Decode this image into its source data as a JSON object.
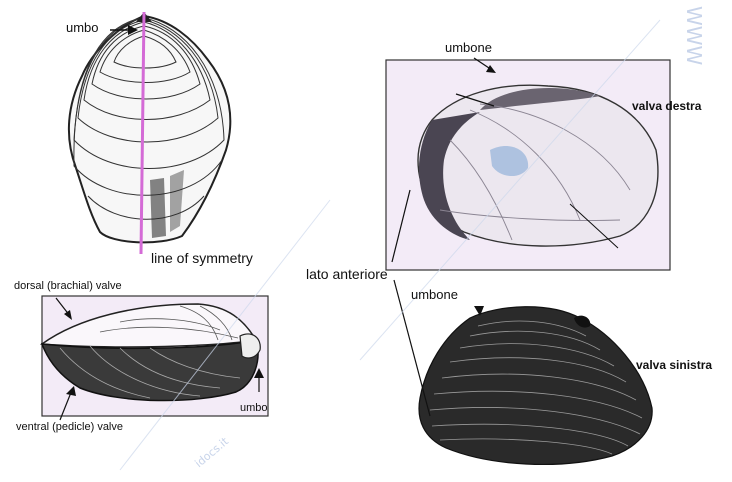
{
  "labels": {
    "umbo_top": "umbo",
    "line_of_symmetry": "line of symmetry",
    "dorsal_valve": "dorsal (brachial) valve",
    "ventral_valve": "ventral (pedicle) valve",
    "umbo_bottom": "umbo",
    "umbone_top": "umbone",
    "valva_destra": "valva destra",
    "lato_anteriore": "lato anteriore",
    "umbone_bottom": "umbone",
    "valva_sinistra": "valva sinistra"
  },
  "watermarks": {
    "side_text": "WWW",
    "mid_text": "idocs.it"
  },
  "colors": {
    "symmetry_line": "#d46bd6",
    "panel_tint": "#f3ebf7",
    "panel_border": "#333333",
    "shell_dark": "#2a2a2a",
    "watermark": "#c8d4ea"
  }
}
